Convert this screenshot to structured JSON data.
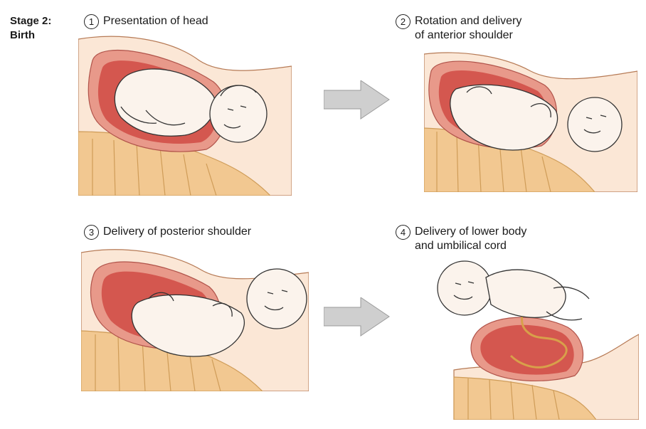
{
  "stage": {
    "line1": "Stage 2:",
    "line2": "Birth"
  },
  "steps": [
    {
      "number": "1",
      "lines": [
        "Presentation of head"
      ]
    },
    {
      "number": "2",
      "lines": [
        "Rotation and delivery",
        "of anterior shoulder"
      ]
    },
    {
      "number": "3",
      "lines": [
        "Delivery of posterior shoulder"
      ]
    },
    {
      "number": "4",
      "lines": [
        "Delivery of lower body",
        "and umbilical cord"
      ]
    }
  ],
  "colors": {
    "skin": "#fbe7d6",
    "skin_edge": "#b67a55",
    "uterus_outer": "#e8998a",
    "uterus_inner": "#d4574f",
    "bone": "#f2c891",
    "bone_edge": "#cf9c58",
    "arrow": "#cfcfcf",
    "cord": "#d8a04a"
  }
}
